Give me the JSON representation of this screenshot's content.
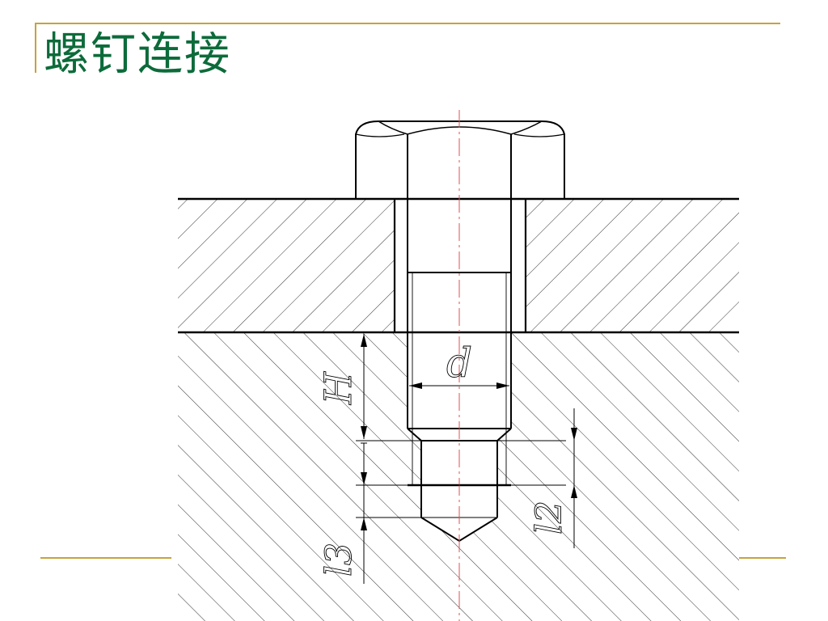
{
  "slide": {
    "title": "螺钉连接"
  },
  "drawing": {
    "labels": {
      "diameter": "d",
      "engagement_depth": "H",
      "hole_depth": "l3",
      "thread_depth": "l2"
    },
    "colors": {
      "title": "#0c6b3a",
      "accent_rule": "#c8a23c",
      "centerline": "#e05050",
      "lines": "#000000"
    }
  }
}
